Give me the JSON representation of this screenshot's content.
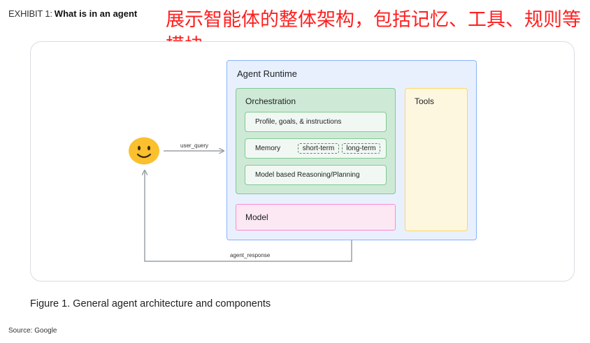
{
  "exhibit": {
    "label": "EXHIBIT 1:",
    "title": "What is in an agent"
  },
  "annotation": "展示智能体的整体架构，包括记忆、工具、规则等模块",
  "diagram": {
    "runtime_label": "Agent Runtime",
    "orchestration_label": "Orchestration",
    "profile_label": "Profile, goals, & instructions",
    "memory_label": "Memory",
    "memory_short": "short-term",
    "memory_long": "long-term",
    "reasoning_label": "Model based Reasoning/Planning",
    "model_label": "Model",
    "tools_label": "Tools",
    "query_label": "user_query",
    "response_label": "agent_response",
    "user_icon": "smiley-face-icon"
  },
  "caption": "Figure 1. General agent architecture and components",
  "source": "Source: Google",
  "colors": {
    "annotation": "#ff1f1f",
    "runtime_fill": "#e8f0fe",
    "orchestration_fill": "#ceead6",
    "model_fill": "#fce8f3",
    "tools_fill": "#fef7e0",
    "face": "#fbc02d"
  }
}
